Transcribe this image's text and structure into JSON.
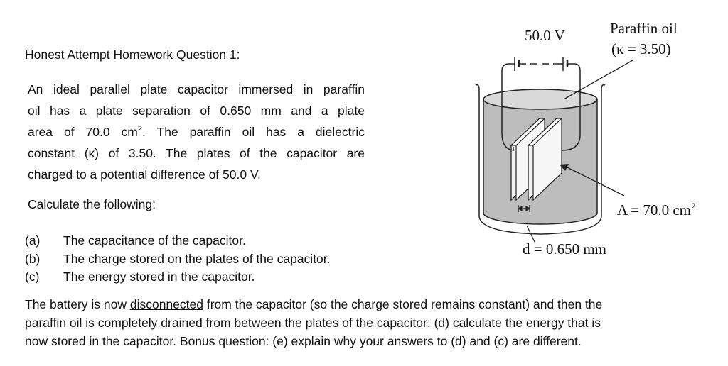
{
  "heading": "Honest Attempt Homework Question 1:",
  "problem_lines": [
    "An ideal parallel plate capacitor immersed in paraffin",
    "oil has a plate separation of 0.650 mm and a plate",
    "area of 70.0 cm",
    ". The paraffin oil has a dielectric",
    "constant (κ) of 3.50. The plates of the capacitor are",
    "charged to a potential difference of 50.0 V."
  ],
  "area_exponent": "2",
  "calc_prompt": "Calculate the following:",
  "parts": [
    {
      "label": "(a)",
      "text": "The capacitance of the capacitor."
    },
    {
      "label": "(b)",
      "text": "The charge stored on the plates of the capacitor."
    },
    {
      "label": "(c)",
      "text": "The energy stored in the capacitor."
    }
  ],
  "followup": {
    "p1": "The battery is now ",
    "u1": "disconnected",
    "p2": " from the capacitor (so the charge stored remains constant) and then the",
    "u2": "paraffin oil is completely drained",
    "p3": " from between the plates of the capacitor: (d) calculate the energy that is",
    "p4": "now stored in the capacitor. Bonus question: (e) explain why your answers to (d) and (c) are different."
  },
  "diagram": {
    "voltage": "50.0 V",
    "oil_name": "Paraffin oil",
    "oil_kappa": "(κ = 3.50)",
    "area": "A = 70.0 cm",
    "area_exp": "2",
    "separation": "d = 0.650 mm"
  }
}
